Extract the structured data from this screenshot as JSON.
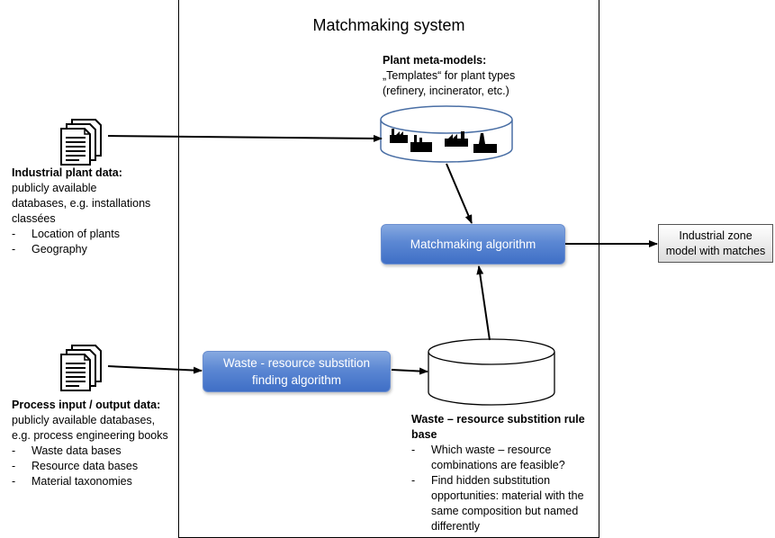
{
  "system": {
    "title": "Matchmaking system"
  },
  "meta_models": {
    "heading": "Plant meta-models:",
    "line1": "„Templates“ for plant types",
    "line2": "(refinery, incinerator, etc.)"
  },
  "plant_data": {
    "heading": "Industrial plant data:",
    "lines": [
      "publicly available",
      "databases, e.g. installations",
      "classées"
    ],
    "bullets": [
      "Location of plants",
      "Geography"
    ]
  },
  "process_data": {
    "heading": "Process input / output data:",
    "lines": [
      "publicly available databases,",
      "e.g. process engineering books"
    ],
    "bullets": [
      "Waste data bases",
      "Resource data bases",
      "Material taxonomies"
    ]
  },
  "matchmaking_algorithm": {
    "label": "Matchmaking algorithm"
  },
  "substitution_algorithm": {
    "line1": "Waste - resource substition",
    "line2": "finding algorithm"
  },
  "rule_base": {
    "heading_line1": "Waste – resource substition rule",
    "heading_line2": "base",
    "bullet1": [
      "Which waste – resource",
      "combinations are feasible?"
    ],
    "bullet2": [
      "Find hidden substitution",
      "opportunities: material with the",
      "same composition but named",
      "differently"
    ]
  },
  "output": {
    "line1": "Industrial zone",
    "line2": "model with matches"
  }
}
